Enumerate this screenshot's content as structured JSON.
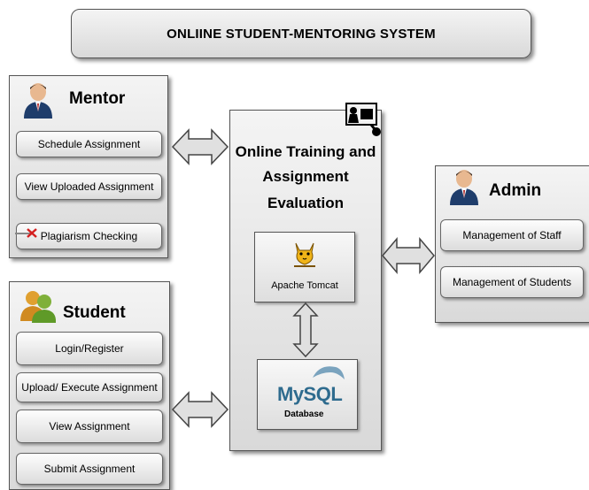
{
  "title": "ONLIINE STUDENT-MENTORING SYSTEM",
  "mentor": {
    "title": "Mentor",
    "icon": "person-icon",
    "buttons": [
      "Schedule Assignment",
      "View  Uploaded Assignment",
      "Plagiarism Checking"
    ]
  },
  "student": {
    "title": "Student",
    "icon": "users-icon",
    "buttons": [
      "Login/Register",
      "Upload/ Execute  Assignment",
      "View Assignment",
      "Submit Assignment"
    ]
  },
  "center": {
    "title_lines": [
      "Online Training and",
      "Assignment",
      "Evaluation"
    ],
    "icon": "presentation-icon",
    "server": {
      "label": "Apache Tomcat",
      "icon": "tomcat-icon"
    },
    "database": {
      "logo": "MySQL",
      "label": "Database"
    }
  },
  "admin": {
    "title": "Admin",
    "icon": "person-icon",
    "buttons": [
      "Management of Staff",
      "Management of Students"
    ]
  },
  "colors": {
    "box_border": "#555555",
    "arrow_fill": "#e0e0e0",
    "mysql_blue": "#2e6b8e",
    "mysql_orange": "#e08a1e"
  }
}
